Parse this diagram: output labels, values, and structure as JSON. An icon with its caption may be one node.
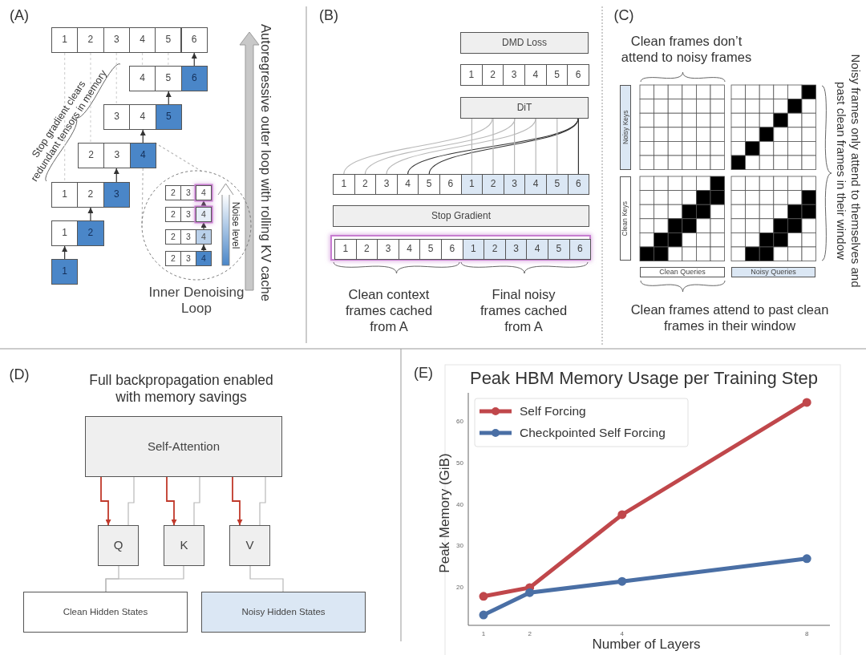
{
  "diagram": {
    "nodes": [
      {
        "text": [
          "1"
        ]
      },
      {
        "text": [
          "2"
        ]
      },
      {
        "text": [
          "3"
        ]
      },
      {
        "text": [
          "4"
        ]
      },
      {
        "text": [
          "5"
        ]
      },
      {
        "text": [
          "6"
        ]
      },
      {
        "text": [
          "4"
        ]
      },
      {
        "text": [
          "5"
        ]
      },
      {
        "text": [
          "6"
        ]
      },
      {
        "text": [
          "3"
        ]
      },
      {
        "text": [
          "4"
        ]
      },
      {
        "text": [
          "5"
        ]
      },
      {
        "text": [
          "2"
        ]
      },
      {
        "text": [
          "3"
        ]
      },
      {
        "text": [
          "4"
        ]
      },
      {
        "text": [
          "1"
        ]
      },
      {
        "text": [
          "2"
        ]
      },
      {
        "text": [
          "3"
        ]
      },
      {
        "text": [
          "1"
        ]
      },
      {
        "text": [
          "2"
        ]
      },
      {
        "text": [
          "1"
        ]
      },
      {
        "text": [
          "Inner Denoising Loop"
        ]
      },
      {
        "text": [
          "2"
        ],
        "in": 21
      },
      {
        "text": [
          "3"
        ],
        "in": 21
      },
      {
        "text": [
          "4"
        ],
        "in": 21
      },
      {
        "text": [
          "2"
        ],
        "in": 21
      },
      {
        "text": [
          "3"
        ],
        "in": 21
      },
      {
        "text": [
          "4"
        ],
        "in": 21
      },
      {
        "text": [
          "2"
        ],
        "in": 21
      },
      {
        "text": [
          "3"
        ],
        "in": 21
      },
      {
        "text": [
          "4"
        ],
        "in": 21
      },
      {
        "text": [
          "2"
        ],
        "in": 21
      },
      {
        "text": [
          "3"
        ],
        "in": 21
      },
      {
        "text": [
          "4"
        ],
        "in": 21
      },
      {
        "text": [
          "DMD Loss"
        ]
      },
      {
        "text": [
          "1"
        ]
      },
      {
        "text": [
          "2"
        ]
      },
      {
        "text": [
          "3"
        ]
      },
      {
        "text": [
          "4"
        ]
      },
      {
        "text": [
          "5"
        ]
      },
      {
        "text": [
          "6"
        ]
      },
      {
        "text": [
          "DiT"
        ]
      },
      {
        "text": [
          "1"
        ]
      },
      {
        "text": [
          "2"
        ]
      },
      {
        "text": [
          "3"
        ]
      },
      {
        "text": [
          "4"
        ]
      },
      {
        "text": [
          "5"
        ]
      },
      {
        "text": [
          "6"
        ]
      },
      {
        "text": [
          "1"
        ]
      },
      {
        "text": [
          "2"
        ]
      },
      {
        "text": [
          "3"
        ]
      },
      {
        "text": [
          "4"
        ]
      },
      {
        "text": [
          "5"
        ]
      },
      {
        "text": [
          "6"
        ]
      },
      {
        "text": [
          "Stop Gradient"
        ]
      },
      {
        "text": [],
        "shape": "box"
      },
      {
        "text": [
          "1"
        ],
        "in": 55
      },
      {
        "text": [
          "2"
        ],
        "in": 55
      },
      {
        "text": [
          "3"
        ],
        "in": 55
      },
      {
        "text": [
          "4"
        ],
        "in": 55
      },
      {
        "text": [
          "5"
        ],
        "in": 55
      },
      {
        "text": [
          "6"
        ],
        "in": 55
      },
      {
        "text": [
          "1"
        ],
        "in": 55
      },
      {
        "text": [
          "2"
        ],
        "in": 55
      },
      {
        "text": [
          "3"
        ],
        "in": 55
      },
      {
        "text": [
          "4"
        ],
        "in": 55
      },
      {
        "text": [
          "5"
        ],
        "in": 55
      },
      {
        "text": [
          "6"
        ],
        "in": 55
      },
      {
        "text": [
          "Noisy Keys"
        ]
      },
      {
        "text": [
          "Clean Keys"
        ]
      },
      {
        "text": [
          "Clean Queries"
        ]
      },
      {
        "text": [
          "Noisy Queries"
        ]
      },
      {
        "text": [
          "Self-Attention"
        ]
      },
      {
        "text": [
          "Q"
        ]
      },
      {
        "text": [
          "K"
        ]
      },
      {
        "text": [
          "V"
        ]
      },
      {
        "text": [
          "Clean Hidden States"
        ]
      },
      {
        "text": [
          "Noisy Hidden States"
        ]
      }
    ],
    "edges": [
      {
        "from": 20,
        "to": 18,
        "arrow": "to",
        "color": "#333333"
      },
      {
        "from": 19,
        "to": 16,
        "arrow": "to",
        "color": "#333333"
      },
      {
        "from": 17,
        "to": 13,
        "arrow": "to",
        "color": "#333333"
      },
      {
        "from": 14,
        "to": 10,
        "arrow": "to",
        "color": "#333333"
      },
      {
        "from": 11,
        "to": 7,
        "arrow": "to",
        "color": "#333333"
      },
      {
        "from": 8,
        "to": 5,
        "arrow": "to",
        "color": "#333333"
      },
      {
        "from": 33,
        "to": 30,
        "arrow": "to",
        "color": "#333333"
      },
      {
        "from": 30,
        "to": 27,
        "arrow": "to",
        "color": "#333333"
      },
      {
        "from": 27,
        "to": 24,
        "arrow": "to",
        "color": "#333333"
      },
      {
        "from": 14,
        "to": 21,
        "arrow": "none",
        "style": "dashed"
      },
      {
        "from": 14,
        "to": 21,
        "arrow": "none",
        "style": "dashed"
      },
      {
        "from": 42,
        "to": 41,
        "arrow": "none"
      },
      {
        "from": 43,
        "to": 41,
        "arrow": "none"
      },
      {
        "from": 44,
        "to": 41,
        "arrow": "none"
      },
      {
        "from": 45,
        "to": 41,
        "arrow": "none",
        "color": "#333333"
      },
      {
        "from": 46,
        "to": 41,
        "arrow": "none",
        "color": "#333333"
      },
      {
        "from": 48,
        "to": 41,
        "arrow": "none"
      },
      {
        "from": 49,
        "to": 41,
        "arrow": "none"
      },
      {
        "from": 50,
        "to": 41,
        "arrow": "none"
      },
      {
        "from": 51,
        "to": 41,
        "arrow": "none"
      },
      {
        "from": 52,
        "to": 41,
        "arrow": "none"
      },
      {
        "from": 53,
        "to": 41,
        "arrow": "none",
        "color": "#333333"
      },
      {
        "from": 72,
        "to": 73,
        "arrow": "to",
        "color": "#c0392b"
      },
      {
        "from": 73,
        "to": 72,
        "arrow": "none"
      },
      {
        "from": 72,
        "to": 74,
        "arrow": "to",
        "color": "#c0392b"
      },
      {
        "from": 74,
        "to": 72,
        "arrow": "none"
      },
      {
        "from": 72,
        "to": 75,
        "arrow": "to",
        "color": "#c0392b"
      },
      {
        "from": 75,
        "to": 72,
        "arrow": "none"
      },
      {
        "from": 76,
        "to": 73,
        "arrow": "none"
      },
      {
        "from": 76,
        "to": 74,
        "arrow": "none"
      },
      {
        "from": 77,
        "to": 75,
        "arrow": "none"
      },
      {
        "from": 0,
        "to": 15,
        "arrow": "none",
        "style": "dashed",
        "color": "#d4d4d4"
      },
      {
        "from": 1,
        "to": 12,
        "arrow": "none",
        "style": "dashed",
        "color": "#d4d4d4"
      },
      {
        "from": 2,
        "to": 9,
        "arrow": "none",
        "style": "dashed",
        "color": "#d4d4d4"
      },
      {
        "from": 3,
        "to": 6,
        "arrow": "none",
        "style": "dashed",
        "color": "#d4d4d4"
      },
      {
        "from": 4,
        "to": 7,
        "arrow": "none",
        "style": "dashed",
        "color": "#d4d4d4"
      }
    ],
    "labels": [
      "(A)",
      "Stop gradient clears redundant tensors in memory",
      "Autoregressive outer loop with rolling KV cache",
      "Noise level",
      "(B)",
      "Clean context frames cached from A",
      "Final noisy frames cached from A",
      "(C)",
      "Clean frames don’t attend to noisy frames",
      "Noisy frames only attend to themselves and past clean frames in their window",
      "Clean frames attend to past clean frames in their window",
      "(D)",
      "Full backpropagation enabled with memory savings",
      "(E)"
    ],
    "chart_data": {
      "type": "line",
      "title": "Peak HBM Memory Usage per Training Step",
      "xlabel": "Number of Layers",
      "ylabel": "Peak Memory (GiB)",
      "x": [
        1,
        2,
        4,
        8
      ],
      "series": [
        {
          "name": "Self Forcing",
          "color": "#c0474b",
          "marker": "o",
          "values": [
            17.7,
            19.8,
            37.4,
            64.5
          ]
        },
        {
          "name": "Checkpointed Self Forcing",
          "color": "#4a6fa5",
          "marker": "o",
          "values": [
            13.2,
            18.6,
            21.3,
            26.8
          ]
        }
      ],
      "legend": "upper left",
      "xlim": [
        0.67,
        8.5
      ],
      "ylim": [
        10.7,
        66.8
      ],
      "xticks": [
        1,
        2,
        4,
        8
      ],
      "yticks": [
        20,
        30,
        40,
        50,
        60
      ]
    }
  }
}
